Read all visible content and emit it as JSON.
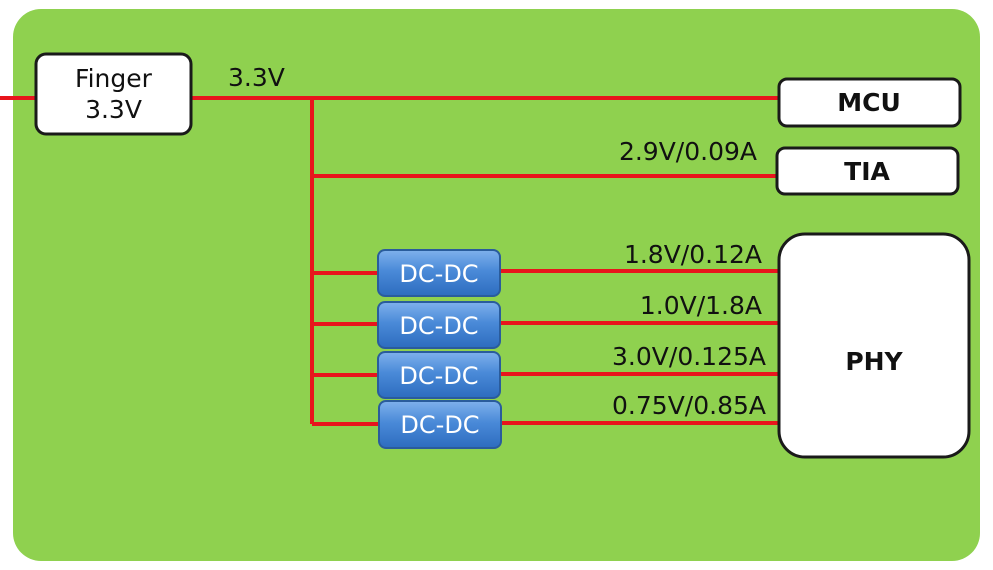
{
  "colors": {
    "background": "#8fd14f",
    "rail": "#e8151c",
    "box_fill": "#ffffff",
    "box_stroke": "#1a1a1a",
    "dcdc_fill": "#3d7fd0",
    "dcdc_stroke": "#2a5c9c",
    "text": "#111111"
  },
  "source": {
    "line1": "Finger",
    "line2": "3.3V"
  },
  "main_rail_label": "3.3V",
  "mcu": {
    "label": "MCU"
  },
  "tia": {
    "label": "TIA",
    "rail_label": "2.9V/0.09A"
  },
  "phy": {
    "label": "PHY"
  },
  "converters": [
    {
      "label": "DC-DC",
      "rail_label": "1.8V/0.12A"
    },
    {
      "label": "DC-DC",
      "rail_label": "1.0V/1.8A"
    },
    {
      "label": "DC-DC",
      "rail_label": "3.0V/0.125A"
    },
    {
      "label": "DC-DC",
      "rail_label": "0.75V/0.85A"
    }
  ]
}
